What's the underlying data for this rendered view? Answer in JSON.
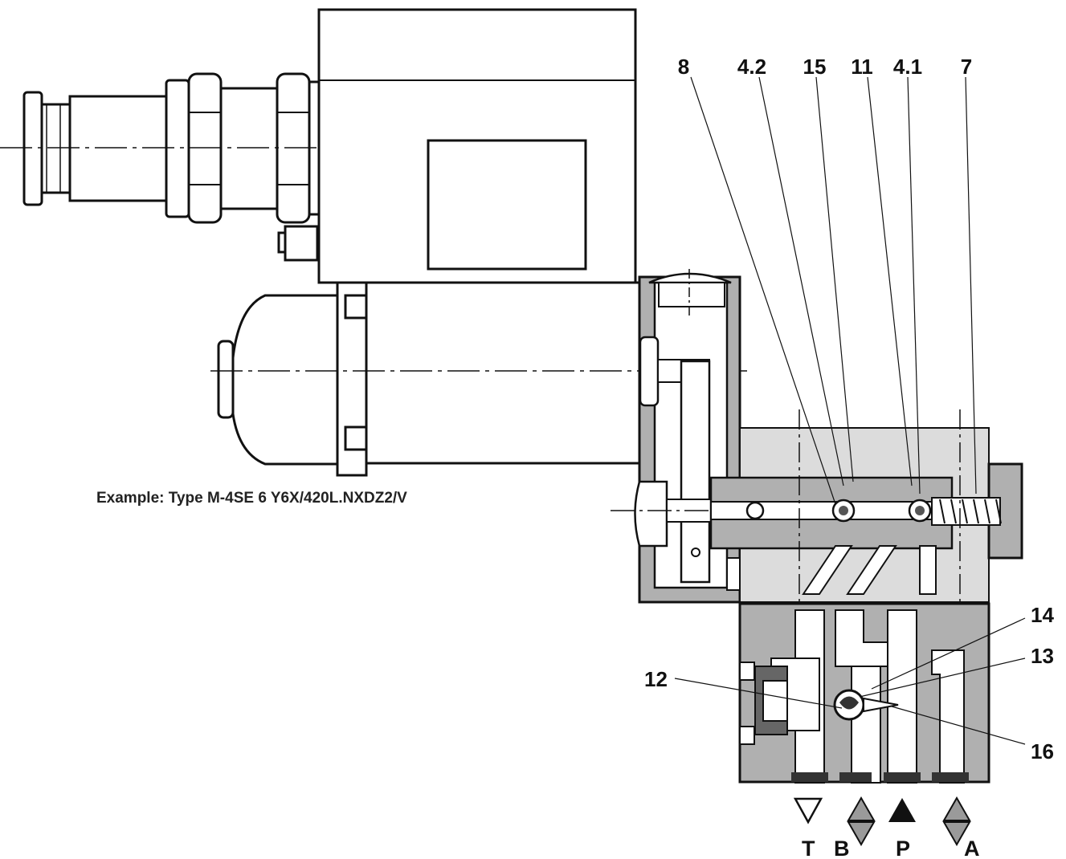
{
  "caption": "Example: Type M-4SE 6 Y6X/420L.NXDZ2/V",
  "callouts": [
    {
      "id": "8",
      "label": "8"
    },
    {
      "id": "4-2",
      "label": "4.2"
    },
    {
      "id": "15",
      "label": "15"
    },
    {
      "id": "11",
      "label": "11"
    },
    {
      "id": "4-1",
      "label": "4.1"
    },
    {
      "id": "7",
      "label": "7"
    },
    {
      "id": "14",
      "label": "14"
    },
    {
      "id": "13",
      "label": "13"
    },
    {
      "id": "12",
      "label": "12"
    },
    {
      "id": "16",
      "label": "16"
    }
  ],
  "ports": [
    {
      "id": "T",
      "label": "T",
      "symbol": "outlined-down-triangle"
    },
    {
      "id": "B",
      "label": "B",
      "symbol": "grey-double-triangle"
    },
    {
      "id": "P",
      "label": "P",
      "symbol": "black-up-triangle"
    },
    {
      "id": "A",
      "label": "A",
      "symbol": "grey-double-triangle"
    }
  ],
  "colors": {
    "housing": "#b0b0b0",
    "line": "#111111",
    "background": "#ffffff",
    "port_grey": "#9a9a9a"
  }
}
